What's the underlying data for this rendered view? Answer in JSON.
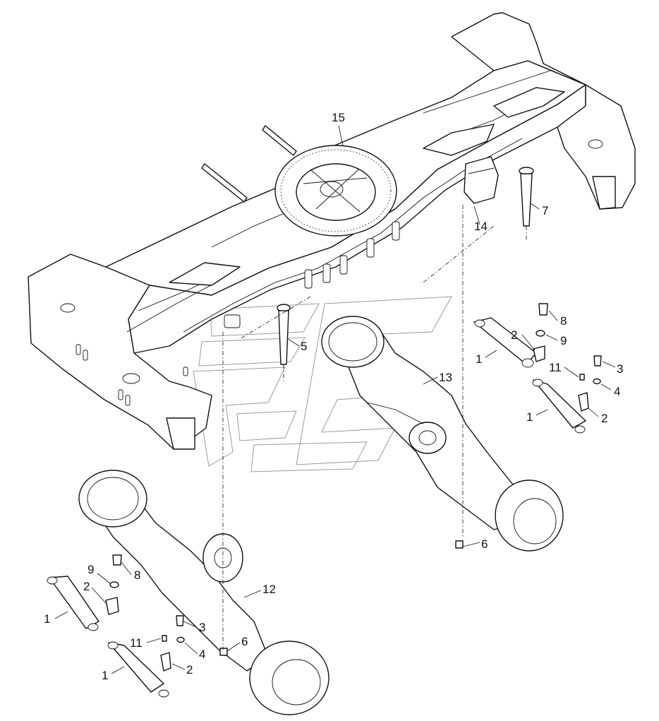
{
  "callouts": {
    "frame": "15",
    "pin_7": "7",
    "bracket_14": "14",
    "pin_5": "5",
    "axle_rear": "13",
    "axle_front": "12",
    "right_group": {
      "bolt_8": "8",
      "washer_9": "9",
      "cyl_upper_1": "1",
      "pivot_upper_2": "2",
      "bolt_3": "3",
      "nipple_11": "11",
      "washer_4": "4",
      "cyl_lower_1": "1",
      "pivot_lower_2": "2",
      "nut_6": "6"
    },
    "left_group": {
      "washer_9": "9",
      "bolt_8": "8",
      "pivot_upper_2": "2",
      "cyl_upper_1": "1",
      "bolt_3": "3",
      "nipple_11": "11",
      "washer_4": "4",
      "pivot_lower_2": "2",
      "cyl_lower_1": "1",
      "nut_6": "6"
    }
  }
}
